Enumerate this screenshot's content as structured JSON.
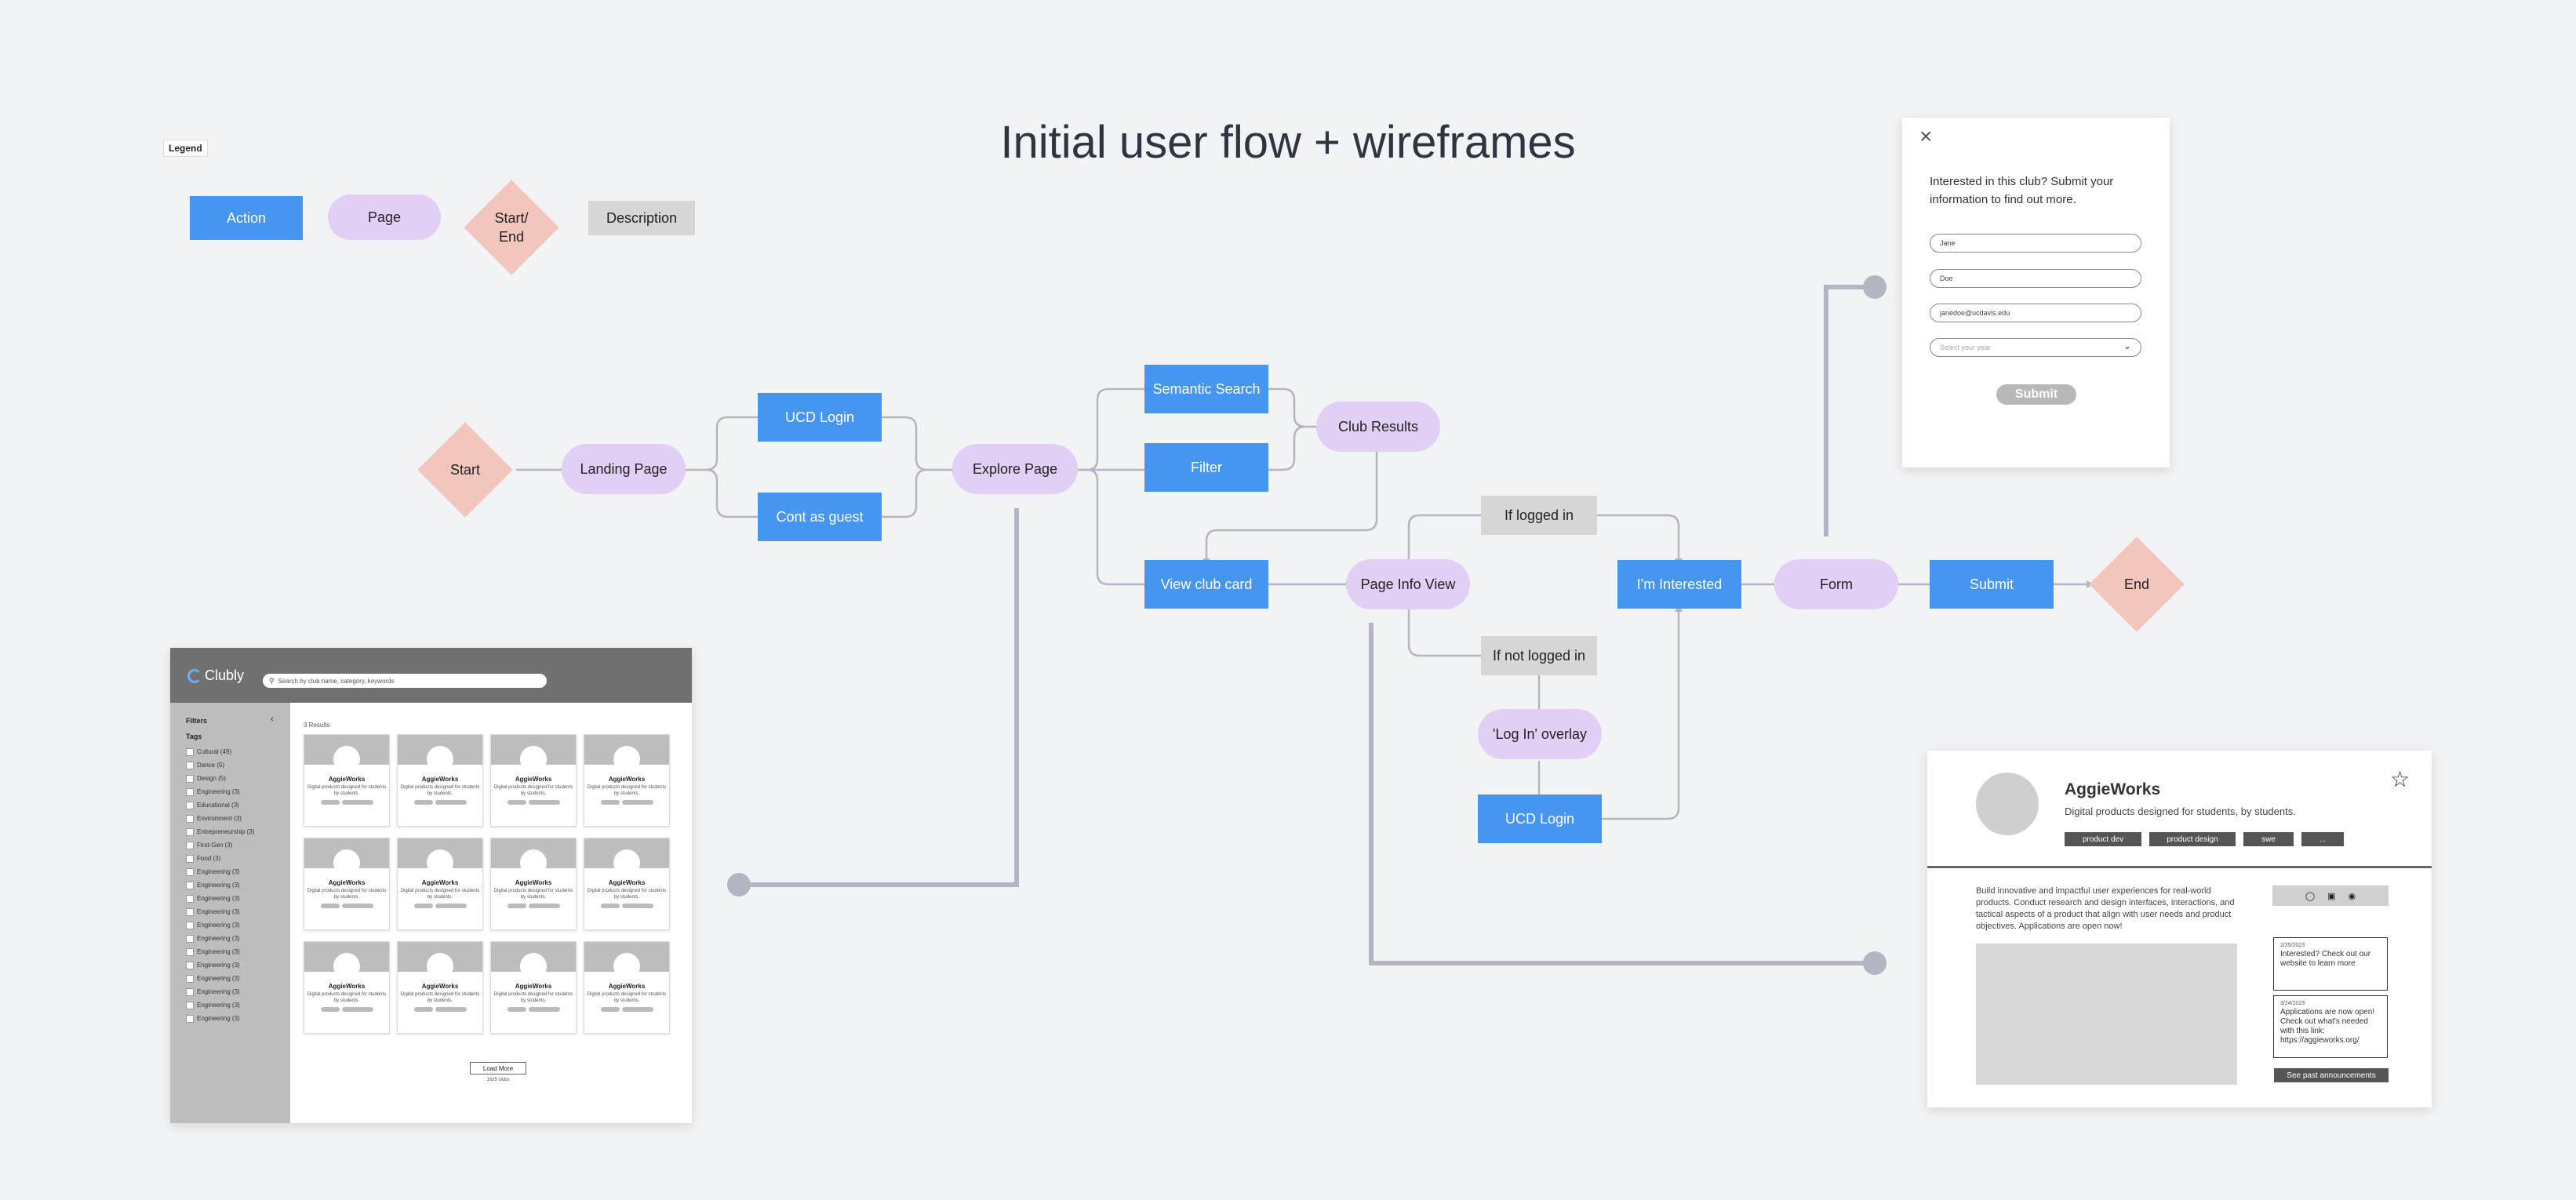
{
  "title": "Initial user flow + wireframes",
  "legend": {
    "tag": "Legend",
    "action": "Action",
    "page": "Page",
    "start_end": "Start/\nEnd",
    "description": "Description"
  },
  "flow": {
    "start": "Start",
    "landing_page": "Landing Page",
    "ucd_login": "UCD Login",
    "cont_as_guest": "Cont as guest",
    "explore_page": "Explore Page",
    "semantic_search": "Semantic Search",
    "filter": "Filter",
    "club_results": "Club Results",
    "view_club_card": "View club card",
    "page_info_view": "Page Info View",
    "if_logged_in": "If logged in",
    "if_not_logged_in": "If not logged in",
    "login_overlay": "'Log In' overlay",
    "ucd_login_2": "UCD Login",
    "im_interested": "I'm Interested",
    "form": "Form",
    "submit": "Submit",
    "end": "End"
  },
  "explore_wf": {
    "logo": "Clubly",
    "search_placeholder": "Search by club name, category, keywords",
    "filters_label": "Filters",
    "tags_label": "Tags",
    "tags": [
      "Cultural (49)",
      "Dance (5)",
      "Design (5)",
      "Engineering (3)",
      "Educational (3)",
      "Environment (3)",
      "Entrepreneurship (3)",
      "First-Gen (3)",
      "Food (3)",
      "Engineering (3)",
      "Engineering (3)",
      "Engineering (3)",
      "Engineering (3)",
      "Engineering (3)",
      "Engineering (3)",
      "Engineering (3)",
      "Engineering (3)",
      "Engineering (3)",
      "Engineering (3)",
      "Engineering (3)",
      "Engineering (3)"
    ],
    "results_count": "3 Results",
    "card_name": "AggieWorks",
    "card_desc": "Digital products designed for students by students.",
    "load_more": "Load More",
    "results_note": "1625 clubs"
  },
  "form_wf": {
    "prompt": "Interested in this club? Submit your information to find out more.",
    "field_first": "Jane",
    "field_last": "Doe",
    "field_email": "janedoe@ucdavis.edu",
    "field_year": "Select your year",
    "submit": "Submit"
  },
  "club_wf": {
    "name": "AggieWorks",
    "tagline": "Digital products designed for students, by students.",
    "tags": [
      "product dev",
      "product design",
      "swe",
      "..."
    ],
    "about": "Build innovative and impactful user experiences for real-world products. Conduct research and design interfaces, interactions, and tactical aspects of a product that align with user needs and product objectives. Applications are open now!",
    "announcements": [
      {
        "date": "2/25/2023",
        "text": "Interested? Check out our website to learn more"
      },
      {
        "date": "3/24/2023",
        "text": "Applications are now open! Check out what's needed with this link: https://aggieworks.org/"
      }
    ],
    "see_past": "See past announcements"
  },
  "colors": {
    "action": "#4596f0",
    "page": "#e1cff5",
    "start_end": "#f2c6bd",
    "description": "#d6d6d6",
    "connector": "#b3b6c2"
  }
}
